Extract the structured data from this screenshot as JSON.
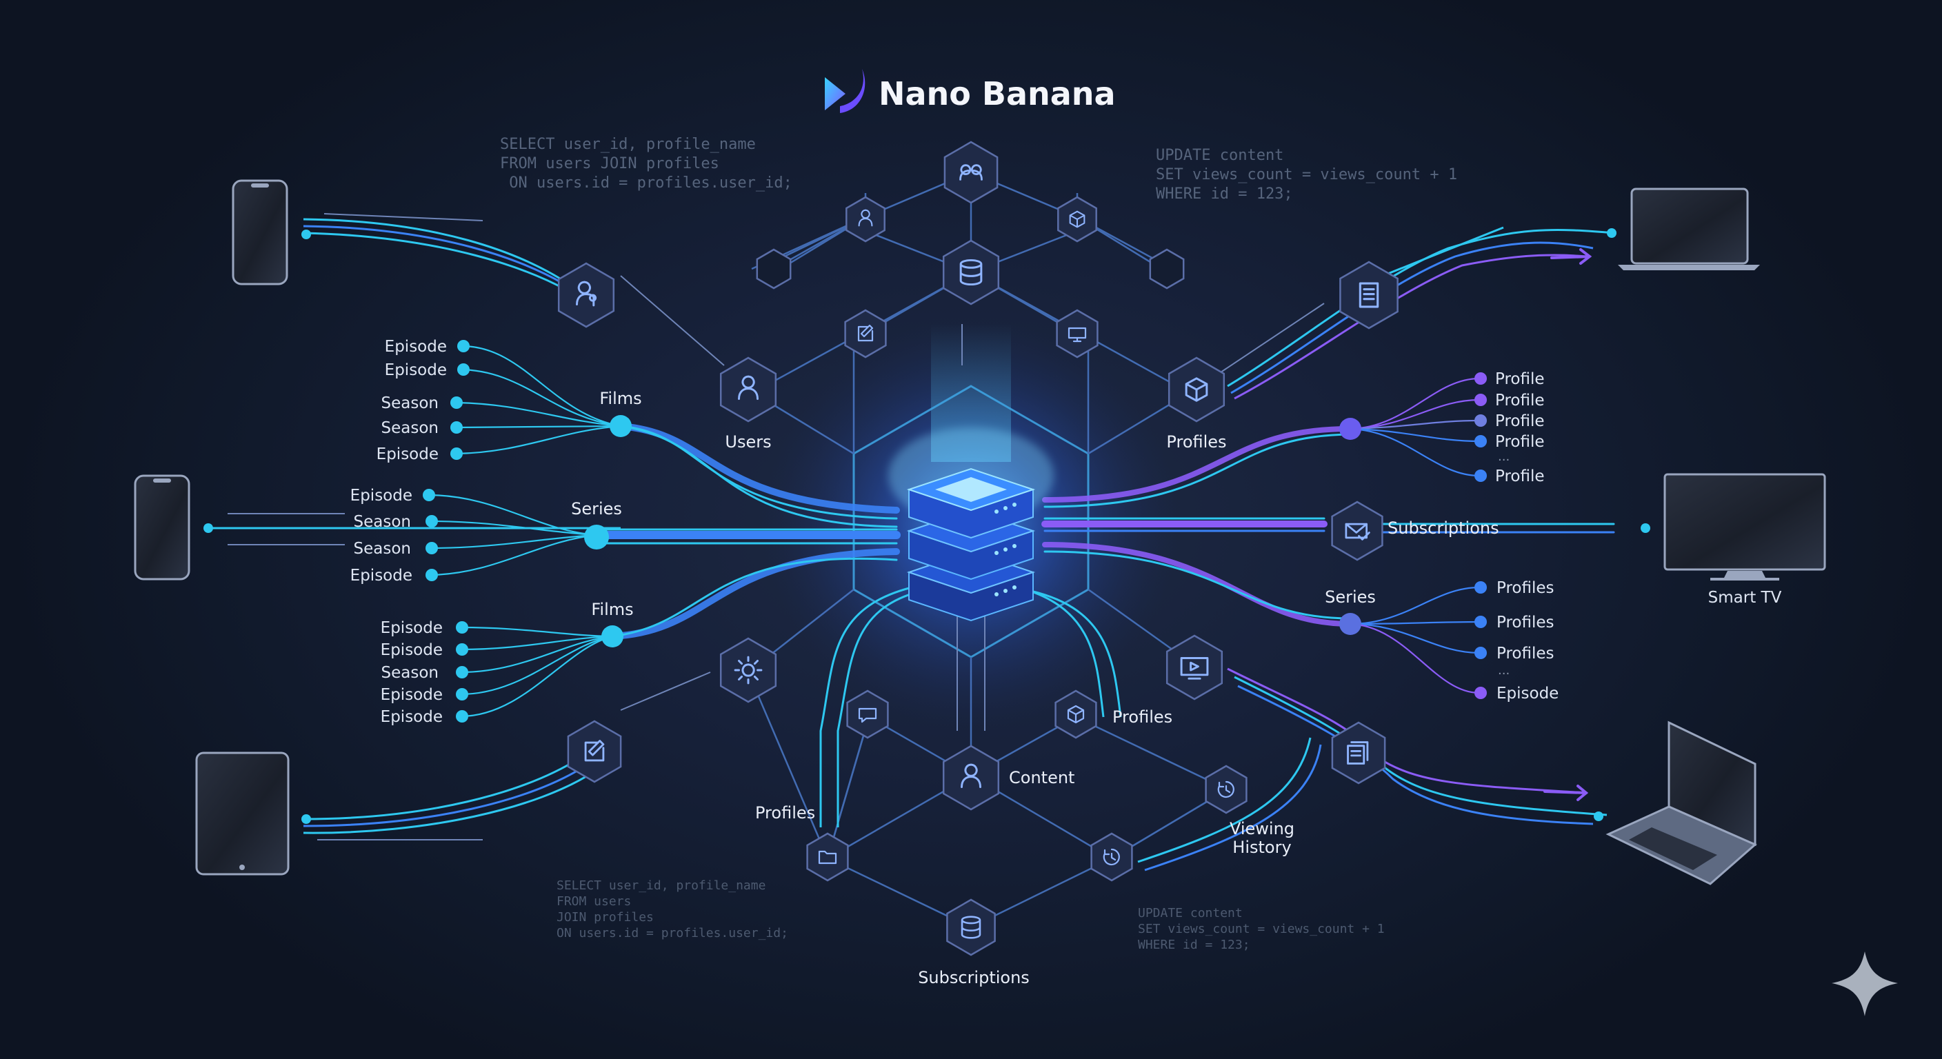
{
  "brand": {
    "name": "Nano Banana"
  },
  "sql_snippets": {
    "top_left": [
      "SELECT user_id, profile_name",
      "FROM users JOIN profiles",
      " ON users.id = profiles.user_id;"
    ],
    "top_right": [
      "UPDATE content",
      "SET views_count = views_count + 1",
      "WHERE id = 123;"
    ],
    "bottom_left": [
      "SELECT user_id, profile_name",
      "FROM users",
      "JOIN profiles",
      "ON users.id = profiles.user_id;"
    ],
    "bottom_right": [
      "UPDATE content",
      "SET views_count = views_count + 1",
      "WHERE id = 123;"
    ]
  },
  "nodes": {
    "users": "Users",
    "profiles_top": "Profiles",
    "content": "Content",
    "profiles_bottom_right": "Profiles",
    "profiles_bottom_left": "Profiles",
    "subscriptions_bottom": "Subscriptions",
    "viewing_history": [
      "Viewing",
      "History"
    ],
    "subscriptions_right": "Subscriptions"
  },
  "left_groups": [
    {
      "hub": "Films",
      "items": [
        "Episode",
        "Episode",
        "Season",
        "Season",
        "Episode"
      ]
    },
    {
      "hub": "Series",
      "items": [
        "Episode",
        "Season",
        "Season",
        "Episode"
      ]
    },
    {
      "hub": "Films",
      "items": [
        "Episode",
        "Episode",
        "Season",
        "Episode",
        "Episode"
      ]
    }
  ],
  "right_groups": [
    {
      "hub": "",
      "items": [
        "Profile",
        "Profile",
        "Profile",
        "Profile",
        "...",
        "Profile"
      ]
    },
    {
      "hub": "Series",
      "items": [
        "Profiles",
        "Profiles",
        "Profiles",
        "...",
        "Episode"
      ]
    }
  ],
  "devices": {
    "smart_tv": "Smart TV"
  },
  "colors": {
    "cyan": "#2ec8f0",
    "blue": "#3b82f6",
    "purple": "#8b5cf6",
    "node_fill": "#1f2a47",
    "node_stroke": "#5b6ea8"
  }
}
